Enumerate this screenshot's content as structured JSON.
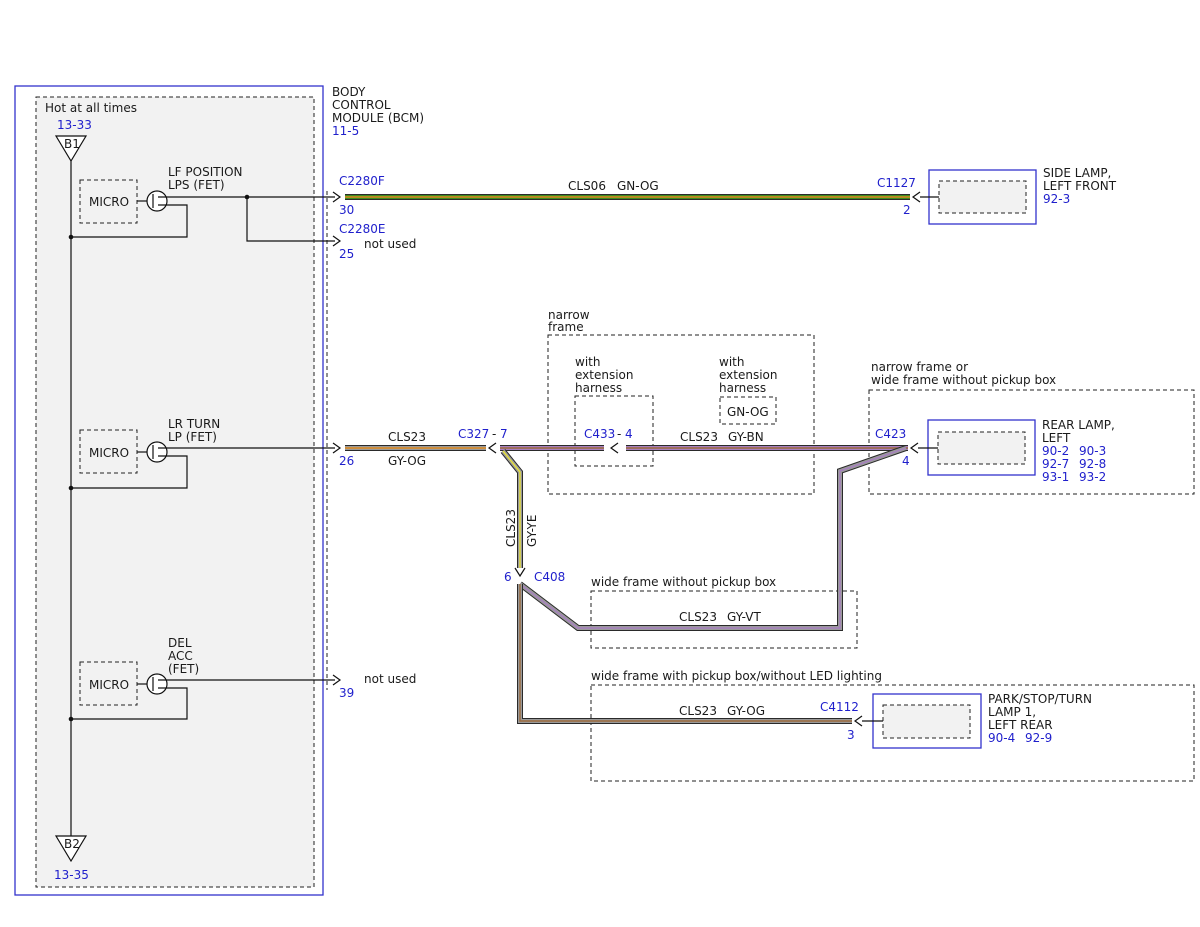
{
  "colors": {
    "module_border": "#3333cc",
    "reference_text": "#1f1fcc",
    "module_fill": "#f2f2f2",
    "wire_gn": "#3c8c1e",
    "wire_og": "#e08a1e",
    "wire_gy": "#9a9a9a",
    "wire_bn": "#9b6a3c",
    "wire_ye": "#e8e23a",
    "wire_vt": "#a77fc0"
  },
  "icons": [
    "ground-triangle-icon",
    "fet-transistor-icon",
    "connector-arrow-icon"
  ],
  "bcm": {
    "title_line1": "BODY",
    "title_line2": "CONTROL",
    "title_line3": "MODULE (BCM)",
    "title_ref": "11-5",
    "hot_label": "Hot at all times",
    "top_ref": "13-33",
    "top_terminal": "B1",
    "bottom_terminal": "B2",
    "bottom_ref": "13-35",
    "micro_label": "MICRO",
    "fet1_line1": "LF POSITION",
    "fet1_line2": "LPS (FET)",
    "fet2_line1": "LR TURN",
    "fet2_line2": "LP (FET)",
    "fet3_line1": "DEL",
    "fet3_line2": "ACC",
    "fet3_line3": "(FET)"
  },
  "connectors": {
    "c2280f": {
      "id": "C2280F",
      "pin": "30"
    },
    "c2280e": {
      "id": "C2280E",
      "pin": "25",
      "note": "not used"
    },
    "bcm_lr": {
      "pin": "26"
    },
    "bcm_del": {
      "pin": "39",
      "note": "not used"
    },
    "c1127": {
      "id": "C1127",
      "pin": "2"
    },
    "c327": {
      "id": "C327",
      "dash": "-",
      "pin": "7"
    },
    "c433": {
      "id": "C433",
      "dash": "-",
      "pin": "4"
    },
    "c423": {
      "id": "C423",
      "pin": "4"
    },
    "c408": {
      "id": "C408",
      "pin": "6"
    },
    "c4112": {
      "id": "C4112",
      "pin": "3"
    }
  },
  "wires": {
    "w1": {
      "circuit": "CLS06",
      "color": "GN-OG"
    },
    "w2": {
      "circuit": "CLS23",
      "color": "GY-OG"
    },
    "w3": {
      "circuit": "CLS23",
      "color": "GY-BN"
    },
    "w4": {
      "circuit": "CLS23",
      "color": "GY-YE"
    },
    "w5": {
      "circuit": "CLS23",
      "color": "GY-VT"
    },
    "w6": {
      "circuit": "CLS23",
      "color": "GY-OG"
    }
  },
  "regions": {
    "narrow_frame_line1": "narrow",
    "narrow_frame_line2": "frame",
    "ext_harness_line1": "with",
    "ext_harness_line2": "extension",
    "ext_harness_line3": "harness",
    "alt_wire_color": "GN-OG",
    "narrow_or_wide_line1": "narrow frame or",
    "narrow_or_wide_line2": "wide frame without pickup box",
    "wide_no_pickup": "wide frame without pickup box",
    "wide_with_pickup": "wide frame with pickup box/without LED lighting"
  },
  "components": {
    "side_lamp": {
      "line1": "SIDE LAMP,",
      "line2": "LEFT FRONT",
      "ref": "92-3"
    },
    "rear_lamp": {
      "line1": "REAR LAMP,",
      "line2": "LEFT",
      "refs": [
        "90-2",
        "90-3",
        "92-7",
        "92-8",
        "93-1",
        "93-2"
      ]
    },
    "park_lamp": {
      "line1": "PARK/STOP/TURN",
      "line2": "LAMP 1,",
      "line3": "LEFT REAR",
      "ref1": "90-4",
      "ref2": "92-9"
    }
  }
}
